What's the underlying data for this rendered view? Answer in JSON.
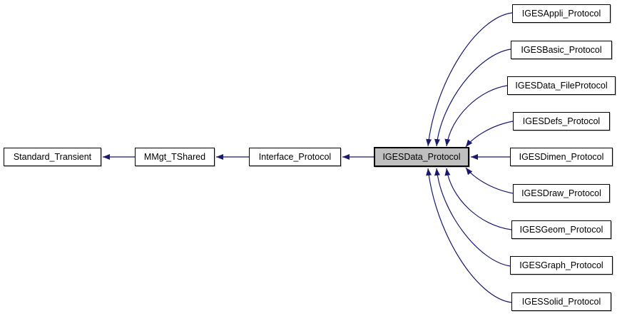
{
  "diagram": {
    "kind": "class-inheritance-graph",
    "colors": {
      "edge": "#191970",
      "node_border": "#000000",
      "node_fill": "#ffffff",
      "selected_fill": "#bfbfbf",
      "background": "#ffffff",
      "text": "#000000"
    },
    "nodes": [
      {
        "label": "Standard_Transient",
        "selected": false
      },
      {
        "label": "MMgt_TShared",
        "selected": false
      },
      {
        "label": "Interface_Protocol",
        "selected": false
      },
      {
        "label": "IGESData_Protocol",
        "selected": true
      },
      {
        "label": "IGESAppli_Protocol",
        "selected": false
      },
      {
        "label": "IGESBasic_Protocol",
        "selected": false
      },
      {
        "label": "IGESData_FileProtocol",
        "selected": false
      },
      {
        "label": "IGESDefs_Protocol",
        "selected": false
      },
      {
        "label": "IGESDimen_Protocol",
        "selected": false
      },
      {
        "label": "IGESDraw_Protocol",
        "selected": false
      },
      {
        "label": "IGESGeom_Protocol",
        "selected": false
      },
      {
        "label": "IGESGraph_Protocol",
        "selected": false
      },
      {
        "label": "IGESSolid_Protocol",
        "selected": false
      }
    ],
    "edges": [
      {
        "from": "MMgt_TShared",
        "to": "Standard_Transient"
      },
      {
        "from": "Interface_Protocol",
        "to": "MMgt_TShared"
      },
      {
        "from": "IGESData_Protocol",
        "to": "Interface_Protocol"
      },
      {
        "from": "IGESAppli_Protocol",
        "to": "IGESData_Protocol"
      },
      {
        "from": "IGESBasic_Protocol",
        "to": "IGESData_Protocol"
      },
      {
        "from": "IGESData_FileProtocol",
        "to": "IGESData_Protocol"
      },
      {
        "from": "IGESDefs_Protocol",
        "to": "IGESData_Protocol"
      },
      {
        "from": "IGESDimen_Protocol",
        "to": "IGESData_Protocol"
      },
      {
        "from": "IGESDraw_Protocol",
        "to": "IGESData_Protocol"
      },
      {
        "from": "IGESGeom_Protocol",
        "to": "IGESData_Protocol"
      },
      {
        "from": "IGESGraph_Protocol",
        "to": "IGESData_Protocol"
      },
      {
        "from": "IGESSolid_Protocol",
        "to": "IGESData_Protocol"
      }
    ]
  }
}
